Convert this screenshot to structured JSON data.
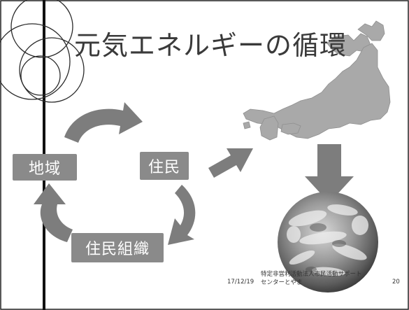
{
  "slide": {
    "title": "元気エネルギーの循環",
    "nodes": {
      "chiiki": "地域",
      "jumin": "住民",
      "jumin_soshiki": "住民組織"
    },
    "footer": {
      "organization": "特定非営利活動法人市民活動サポートセンターとやま",
      "date": "17/12/19",
      "page_number": "20"
    }
  },
  "colors": {
    "arrow": "#7d7d7d",
    "box": "#8a8a8a",
    "map": "#a9a9a9"
  }
}
